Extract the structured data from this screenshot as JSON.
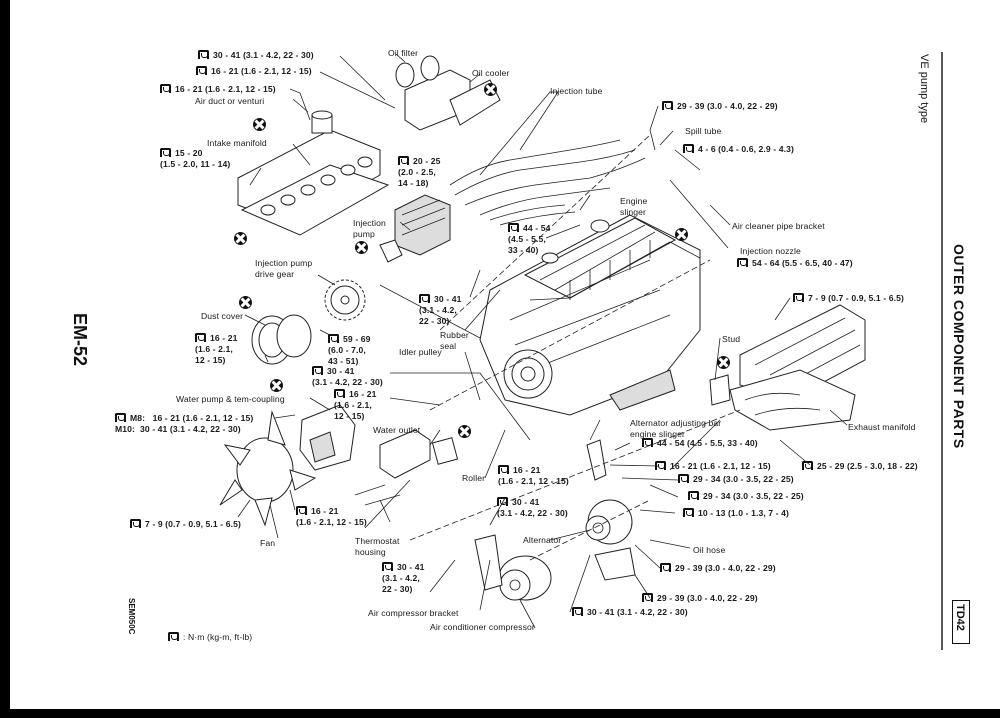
{
  "page": {
    "page_number": "EM-52",
    "section_title": "OUTER COMPONENT PARTS",
    "subtitle": "VE pump type",
    "model_tag": "TD42",
    "figure_code": "SEM050C",
    "legend": ": N·m (kg-m, ft-lb)"
  },
  "labels": {
    "oil_filter": "Oil filter",
    "oil_cooler": "Oil cooler",
    "injection_tube": "Injection tube",
    "air_duct": "Air duct or venturi",
    "intake_manifold": "Intake manifold",
    "spill_tube": "Spill tube",
    "engine_slinger": "Engine\nslinger",
    "air_cleaner_pipe_bracket": "Air cleaner pipe bracket",
    "injection_nozzle": "Injection nozzle",
    "injection_pump": "Injection\npump",
    "injection_pump_drive_gear": "Injection pump\ndrive gear",
    "dust_cover": "Dust cover",
    "rubber_seal": "Rubber\nseal",
    "idler_pulley": "Idler pulley",
    "stud": "Stud",
    "water_pump": "Water pump & tem-coupling",
    "water_outlet": "Water outlet",
    "roller": "Roller",
    "alternator_adjusting_bar": "Alternator adjusting bar\nengine slinger",
    "exhaust_manifold": "Exhaust manifold",
    "alternator": "Alternator",
    "oil_hose": "Oil hose",
    "thermostat_housing": "Thermostat\nhousing",
    "fan": "Fan",
    "air_compressor_bracket": "Air compressor bracket",
    "air_conditioner_compressor": "Air conditioner compressor"
  },
  "torques": {
    "oil_filter_bolt": "30 - 41 (3.1 - 4.2, 22 - 30)",
    "oil_cooler_bolt": "16 - 21 (1.6 - 2.1, 12 - 15)",
    "air_duct_bolt": "16 - 21 (1.6 - 2.1, 12 - 15)",
    "intake_manifold_nut": "15 - 20\n(1.5 - 2.0, 11 - 14)",
    "injection_pump_nut": "20 - 25\n(2.0 - 2.5,\n14 - 18)",
    "spill_tube_bolt": "29 - 39 (3.0 - 4.0, 22 - 29)",
    "air_cleaner_bracket_bolt": "4 - 6 (0.4 - 0.6, 2.9 - 4.3)",
    "engine_slinger_bolt": "44 - 54\n(4.5 - 5.5,\n33 - 40)",
    "injection_nozzle": "54 - 64 (5.5 - 6.5, 40 - 47)",
    "pump_bracket_bolt": "30 - 41\n(3.1 - 4.2,\n22 - 30)",
    "exhaust_cover_bolt": "7 - 9 (0.7 - 0.9, 5.1 - 6.5)",
    "dust_cover_bolt": "16 - 21\n(1.6 - 2.1,\n12 - 15)",
    "drive_gear_nut": "59 - 69\n(6.0 - 7.0,\n43 - 51)",
    "idler_pulley_bolt": "30 - 41\n(3.1 - 4.2, 22 - 30)",
    "idler_bracket_bolt": "16 - 21\n(1.6 - 2.1,\n12 - 15)",
    "water_pump_bolt": "M8:   16 - 21 (1.6 - 2.1, 12 - 15)\nM10:  30 - 41 (3.1 - 4.2, 22 - 30)",
    "alt_bar_bolt": "44 - 54 (4.5 - 5.5, 33 - 40)",
    "alt_bar_nut": "16 - 21 (1.6 - 2.1, 12 - 15)",
    "exhaust_manifold_nut": "25 - 29 (2.5 - 3.0, 18 - 22)",
    "roller_bolt": "16 - 21\n(1.6 - 2.1, 12 - 15)",
    "alt_upper_bolt": "29 - 34 (3.0 - 3.5, 22 - 25)",
    "oil_hose_bolt_a": "29 - 34 (3.0 - 3.5, 22 - 25)",
    "oil_hose_bolt_b": "10 - 13 (1.0 - 1.3, 7 - 4)",
    "alt_bracket_bolt": "30 - 41\n(3.1 - 4.2, 22 - 30)",
    "fan_bolt": "7 - 9 (0.7 - 0.9, 5.1 - 6.5)",
    "fan_coupling_bolt": "16 - 21\n(1.6 - 2.1, 12 - 15)",
    "compressor_bracket_bolt": "30 - 41\n(3.1 - 4.2,\n22 - 30)",
    "oil_hose_union_a": "29 - 39 (3.0 - 4.0, 22 - 29)",
    "oil_hose_union_b": "29 - 39 (3.0 - 4.0, 22 - 29)",
    "alt_lower_bolt": "30 - 41 (3.1 - 4.2, 22 - 30)"
  },
  "icons": {
    "torque": "torque-wrench-icon",
    "replace": "do-not-reuse-icon"
  }
}
